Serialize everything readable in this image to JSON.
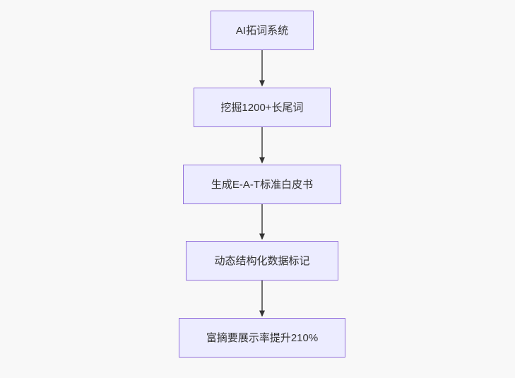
{
  "diagram": {
    "type": "flowchart",
    "direction": "top-down",
    "nodes": [
      {
        "id": "A",
        "label": "AI拓词系统"
      },
      {
        "id": "B",
        "label": "挖掘1200+长尾词"
      },
      {
        "id": "C",
        "label": "生成E-A-T标准白皮书"
      },
      {
        "id": "D",
        "label": "动态结构化数据标记"
      },
      {
        "id": "E",
        "label": "富摘要展示率提升210%"
      }
    ],
    "edges": [
      {
        "from": "A",
        "to": "B",
        "style": "arrow-down"
      },
      {
        "from": "B",
        "to": "C",
        "style": "arrow-down"
      },
      {
        "from": "C",
        "to": "D",
        "style": "arrow-down"
      },
      {
        "from": "D",
        "to": "E",
        "style": "arrow-down"
      }
    ],
    "colors": {
      "node_fill": "#ECECFF",
      "node_border": "#9370DB",
      "node_text": "#333333",
      "edge_line": "#4d4d4d",
      "arrowhead": "#333333",
      "background": "#f8f8f8"
    }
  }
}
